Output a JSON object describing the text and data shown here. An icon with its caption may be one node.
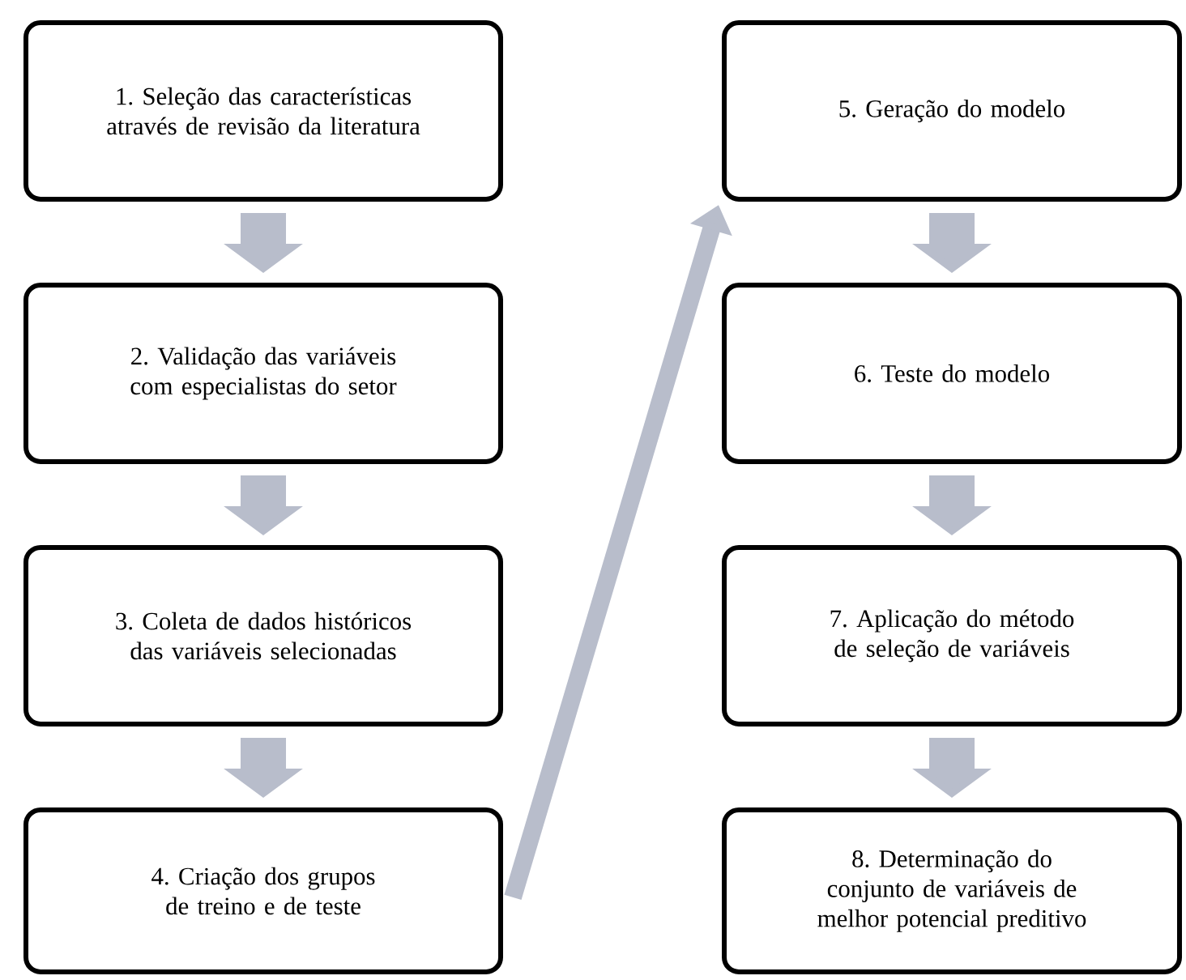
{
  "diagram": {
    "nodes": [
      {
        "text": [
          "1. Seleção das características através de revisão da literatura"
        ]
      },
      {
        "text": [
          "2. Validação das variáveis com especialistas do setor"
        ]
      },
      {
        "text": [
          "3. Coleta de dados históricos das variáveis selecionadas"
        ]
      },
      {
        "text": [
          "4. Criação dos grupos de treino e de teste"
        ]
      },
      {
        "text": [
          "5. Geração do modelo"
        ]
      },
      {
        "text": [
          "6. Teste do modelo"
        ]
      },
      {
        "text": [
          "7. Aplicação do método de seleção de variáveis"
        ]
      },
      {
        "text": [
          "8. Determinação do conjunto de variáveis de melhor potencial preditivo"
        ]
      }
    ],
    "edges": [
      {
        "from": 0,
        "to": 1,
        "arrow": "to"
      },
      {
        "from": 1,
        "to": 2,
        "arrow": "to"
      },
      {
        "from": 2,
        "to": 3,
        "arrow": "to"
      },
      {
        "from": 3,
        "to": 4,
        "arrow": "to"
      },
      {
        "from": 4,
        "to": 5,
        "arrow": "to"
      },
      {
        "from": 5,
        "to": 6,
        "arrow": "to"
      },
      {
        "from": 6,
        "to": 7,
        "arrow": "to"
      }
    ]
  }
}
